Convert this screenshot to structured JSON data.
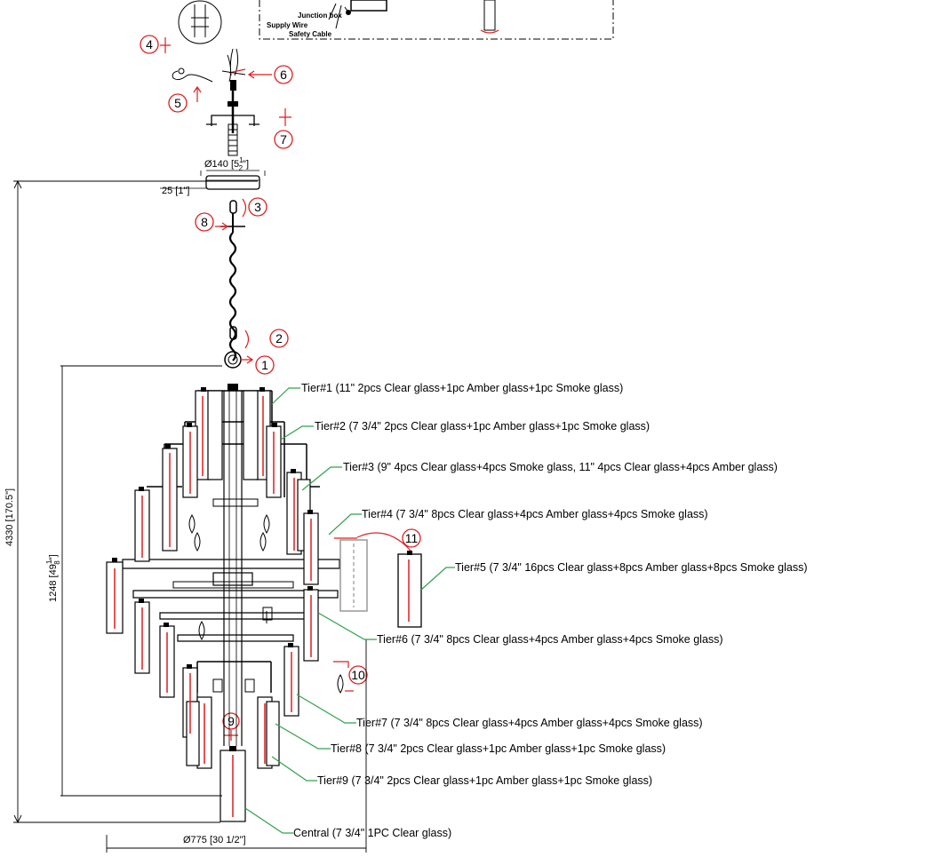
{
  "inset": {
    "junction_box": "Junction box",
    "supply_wire": "Supply  Wire",
    "safety_cable": "Safety Cable"
  },
  "steps": {
    "s1": "1",
    "s2": "2",
    "s3": "3",
    "s4": "4",
    "s5": "5",
    "s6": "6",
    "s7": "7",
    "s8": "8",
    "s9": "9",
    "s10": "10",
    "s11": "11"
  },
  "dimensions": {
    "canopy_diameter_main": "Ø140 [5",
    "canopy_diameter_frac_num": "1",
    "canopy_diameter_frac_den": "2",
    "canopy_diameter_close": "\"]",
    "canopy_height": "25 [1\"]",
    "overall_height": "4330 [170.5\"]",
    "body_height_main": "1248 [49",
    "body_height_frac_num": "1",
    "body_height_frac_den": "8",
    "body_height_close": "\"]",
    "body_diameter": "Ø775 [30 1/2\"]"
  },
  "tiers": [
    "Tier#1 (11\"   2pcs Clear glass+1pc Amber glass+1pc Smoke glass)",
    "Tier#2 (7 3/4\"   2pcs Clear glass+1pc Amber glass+1pc Smoke glass)",
    "Tier#3 (9\"   4pcs Clear glass+4pcs Smoke glass, 11\"   4pcs Clear glass+4pcs Amber glass)",
    "Tier#4 (7 3/4\"   8pcs Clear glass+4pcs Amber glass+4pcs Smoke glass)",
    "Tier#5 (7 3/4\"  16pcs Clear glass+8pcs Amber glass+8pcs Smoke glass)",
    "Tier#6 (7 3/4\"   8pcs Clear glass+4pcs Amber glass+4pcs Smoke glass)",
    "Tier#7 (7 3/4\"   8pcs Clear glass+4pcs Amber glass+4pcs Smoke glass)",
    "Tier#8 (7 3/4\"   2pcs Clear glass+1pc Amber glass+1pc Smoke glass)",
    "Tier#9 (7 3/4\"   2pcs Clear glass+1pc Amber glass+1pc Smoke glass)",
    "Central (7 3/4\"   1PC Clear glass)"
  ],
  "colors": {
    "callout_leader": "#2fa34a",
    "step_marker": "#e01c1c",
    "drawing": "#000000"
  }
}
